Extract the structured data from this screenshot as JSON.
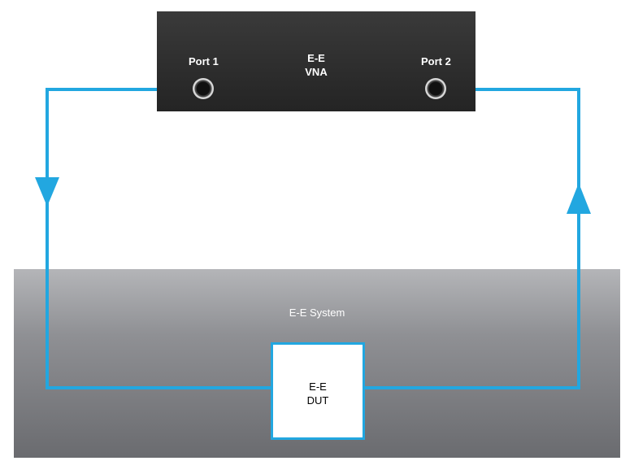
{
  "vna": {
    "line1": "E-E",
    "line2": "VNA",
    "port1_label": "Port 1",
    "port2_label": "Port 2"
  },
  "system": {
    "label": "E-E System"
  },
  "dut": {
    "line1": "E-E",
    "line2": "DUT"
  },
  "colors": {
    "signal": "#22a7e0",
    "vna_body": "#2b2b2b",
    "system_body": "#8f9094"
  }
}
